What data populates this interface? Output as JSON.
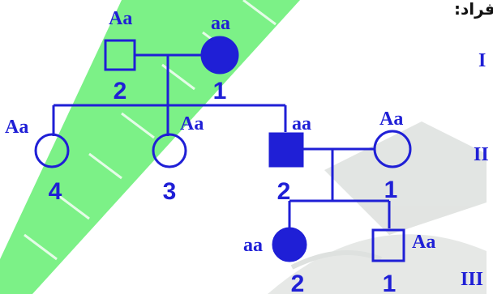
{
  "header_text": "لتركيب الجيني للأفراد:",
  "generations": {
    "I": "I",
    "II": "II",
    "III": "III"
  },
  "individuals": {
    "I2": {
      "number": "2",
      "genotype": "Aa",
      "sex": "male",
      "affected": false
    },
    "I1": {
      "number": "1",
      "genotype": "aa",
      "sex": "female",
      "affected": true
    },
    "II4": {
      "number": "4",
      "genotype": "Aa",
      "sex": "female",
      "affected": false
    },
    "II3": {
      "number": "3",
      "genotype": "Aa",
      "sex": "female",
      "affected": false
    },
    "II2": {
      "number": "2",
      "genotype": "aa",
      "sex": "male",
      "affected": true
    },
    "II1": {
      "number": "1",
      "genotype": "Aa",
      "sex": "female",
      "affected": false
    },
    "III2": {
      "number": "2",
      "genotype": "aa",
      "sex": "female",
      "affected": true
    },
    "III1": {
      "number": "1",
      "genotype": "Aa",
      "sex": "male",
      "affected": false
    }
  },
  "colors": {
    "pedigree": "#1f1fd6",
    "highlight_band": "#55ee66",
    "watermark": "#9aa7a0"
  }
}
